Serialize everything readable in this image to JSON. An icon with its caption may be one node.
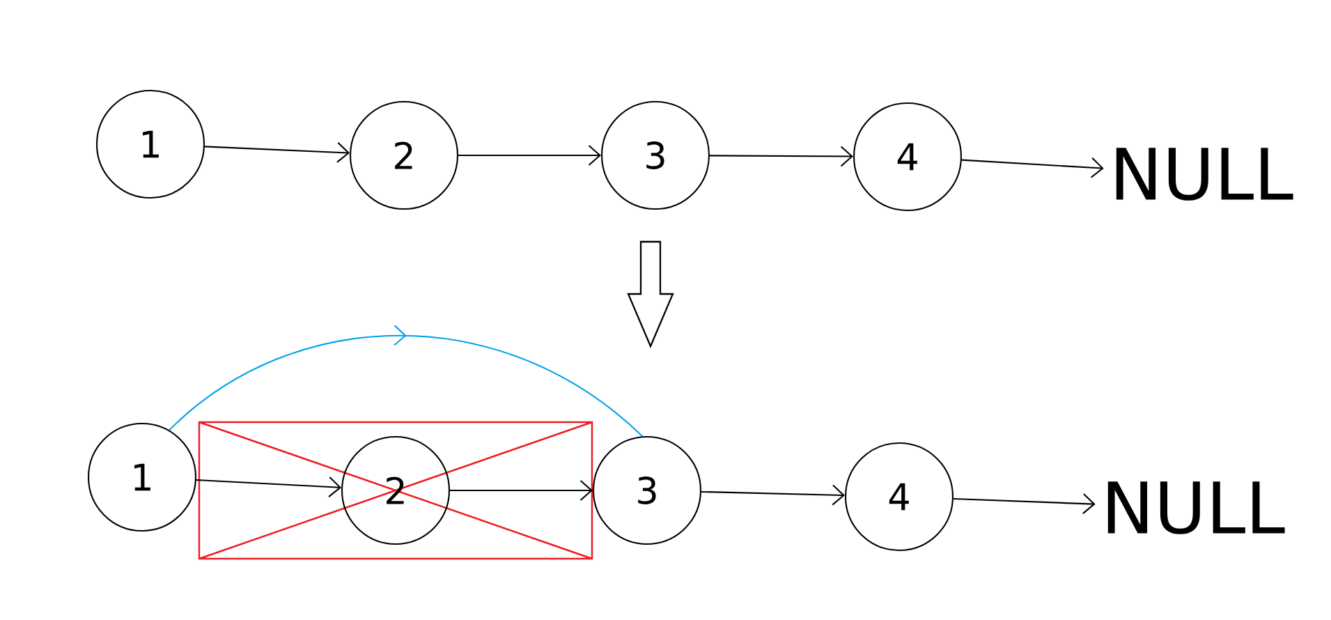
{
  "diagram": {
    "nodes": [
      {
        "text": [
          "1"
        ]
      },
      {
        "text": [
          "2"
        ]
      },
      {
        "text": [
          "3"
        ]
      },
      {
        "text": [
          "4"
        ]
      },
      {
        "text": [
          "NULL"
        ]
      },
      {
        "text": [
          "1"
        ]
      },
      {
        "text": [
          "2"
        ]
      },
      {
        "text": [
          "3"
        ]
      },
      {
        "text": [
          "4"
        ]
      },
      {
        "text": [
          "NULL"
        ]
      }
    ],
    "edges": [
      {
        "from": 0,
        "to": 1,
        "arrow": "to"
      },
      {
        "from": 1,
        "to": 2,
        "arrow": "to"
      },
      {
        "from": 2,
        "to": 3,
        "arrow": "to"
      },
      {
        "from": 3,
        "to": 4,
        "arrow": "to"
      },
      {
        "from": 5,
        "to": 6,
        "arrow": "to"
      },
      {
        "from": 6,
        "to": 7,
        "arrow": "to"
      },
      {
        "from": 7,
        "to": 8,
        "arrow": "to"
      },
      {
        "from": 8,
        "to": 9,
        "arrow": "to"
      },
      {
        "from": 5,
        "to": 7,
        "arrow": "to",
        "color": "#00a2e8"
      }
    ]
  }
}
